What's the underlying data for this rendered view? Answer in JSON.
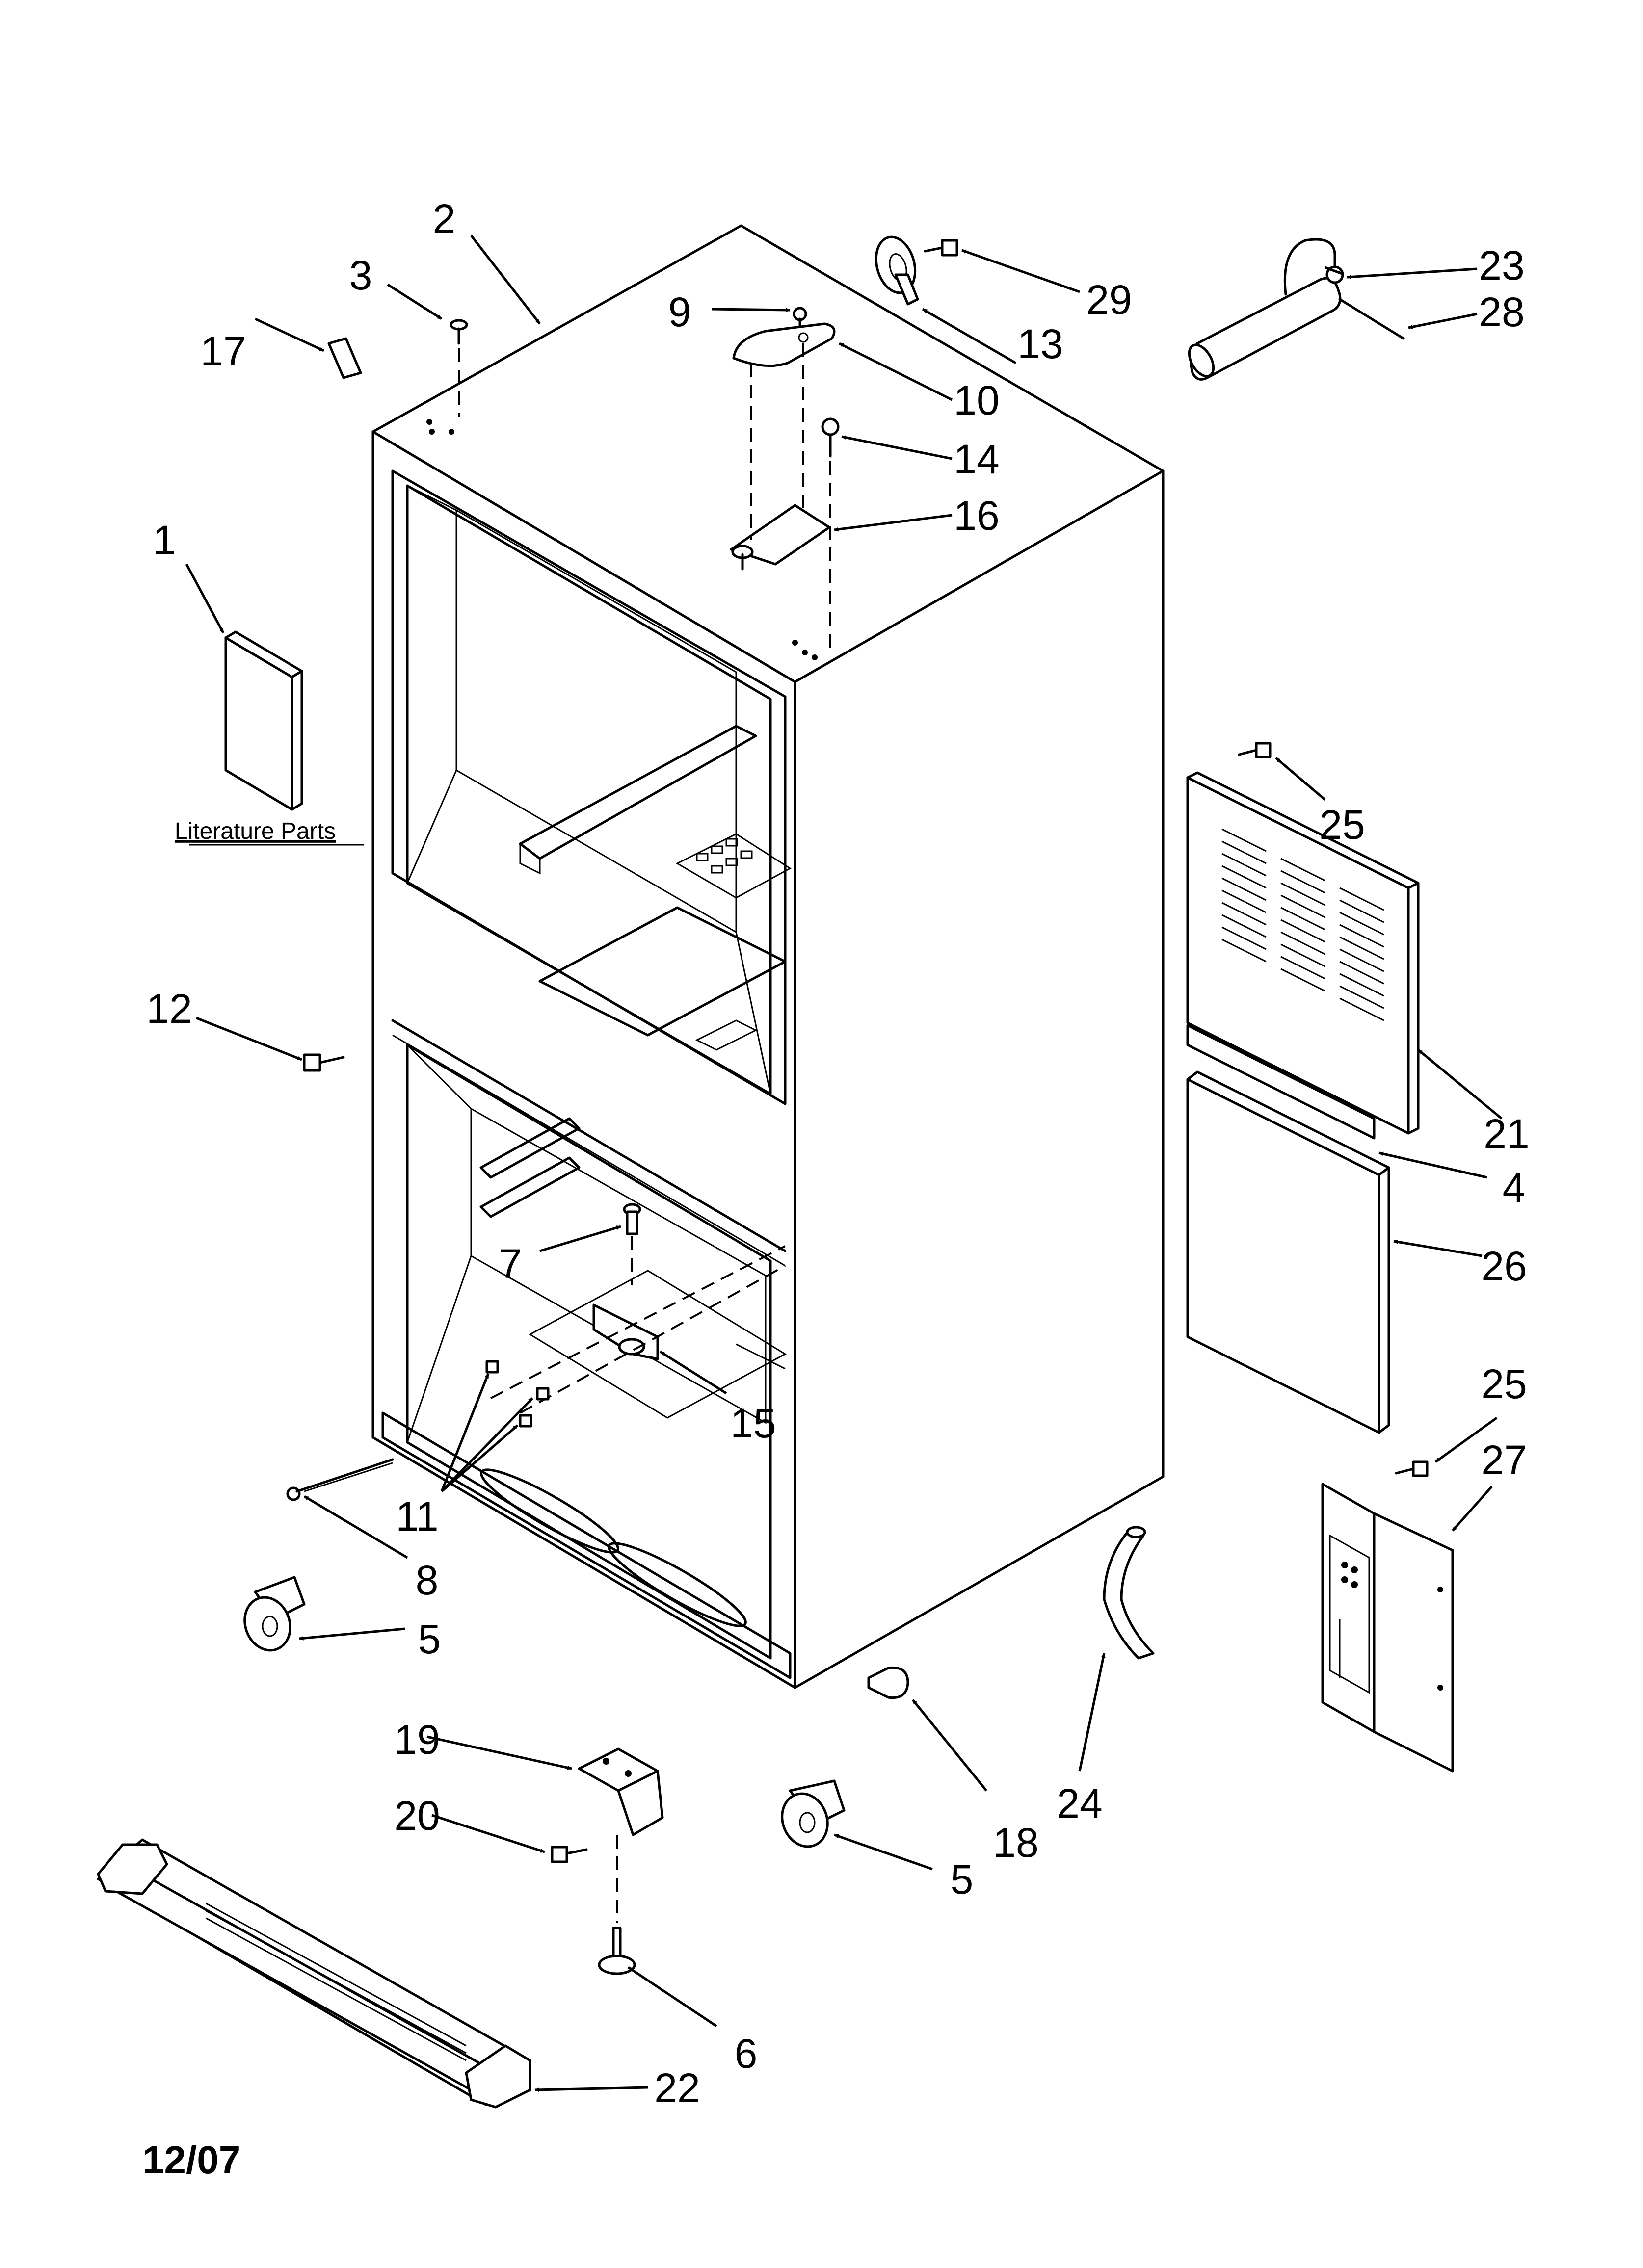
{
  "callouts": {
    "c1": "1",
    "c2": "2",
    "c3": "3",
    "c4": "4",
    "c5a": "5",
    "c5b": "5",
    "c6": "6",
    "c7": "7",
    "c8": "8",
    "c9": "9",
    "c10": "10",
    "c11": "11",
    "c12": "12",
    "c13": "13",
    "c14": "14",
    "c15": "15",
    "c16": "16",
    "c17": "17",
    "c18": "18",
    "c19": "19",
    "c20": "20",
    "c21": "21",
    "c22": "22",
    "c23": "23",
    "c24": "24",
    "c25a": "25",
    "c25b": "25",
    "c26": "26",
    "c27": "27",
    "c28": "28",
    "c29": "29"
  },
  "literature_label": "Literature Parts",
  "date_code": "12/07"
}
